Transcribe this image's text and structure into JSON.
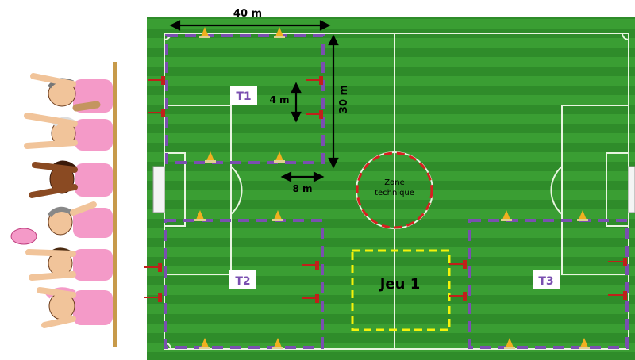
{
  "dimensions": {
    "width": "40 m",
    "height": "30 m",
    "gap_vertical": "4 m",
    "gap_horizontal": "8 m"
  },
  "zones": {
    "t1": "T1",
    "t2": "T2",
    "t3": "T3",
    "center_line1": "Zone",
    "center_line2": "technique",
    "game": "Jeu 1"
  },
  "colors": {
    "grass_dark": "#2f8f2a",
    "grass_light": "#3fa637",
    "zone_dash": "#7a4fb0",
    "tech_circle": "#d62020",
    "game_box": "#f5f20a",
    "cone": "#f0b020",
    "flag": "#c0201a",
    "shirt": "#f49ac8",
    "post": "#c79a4a"
  }
}
